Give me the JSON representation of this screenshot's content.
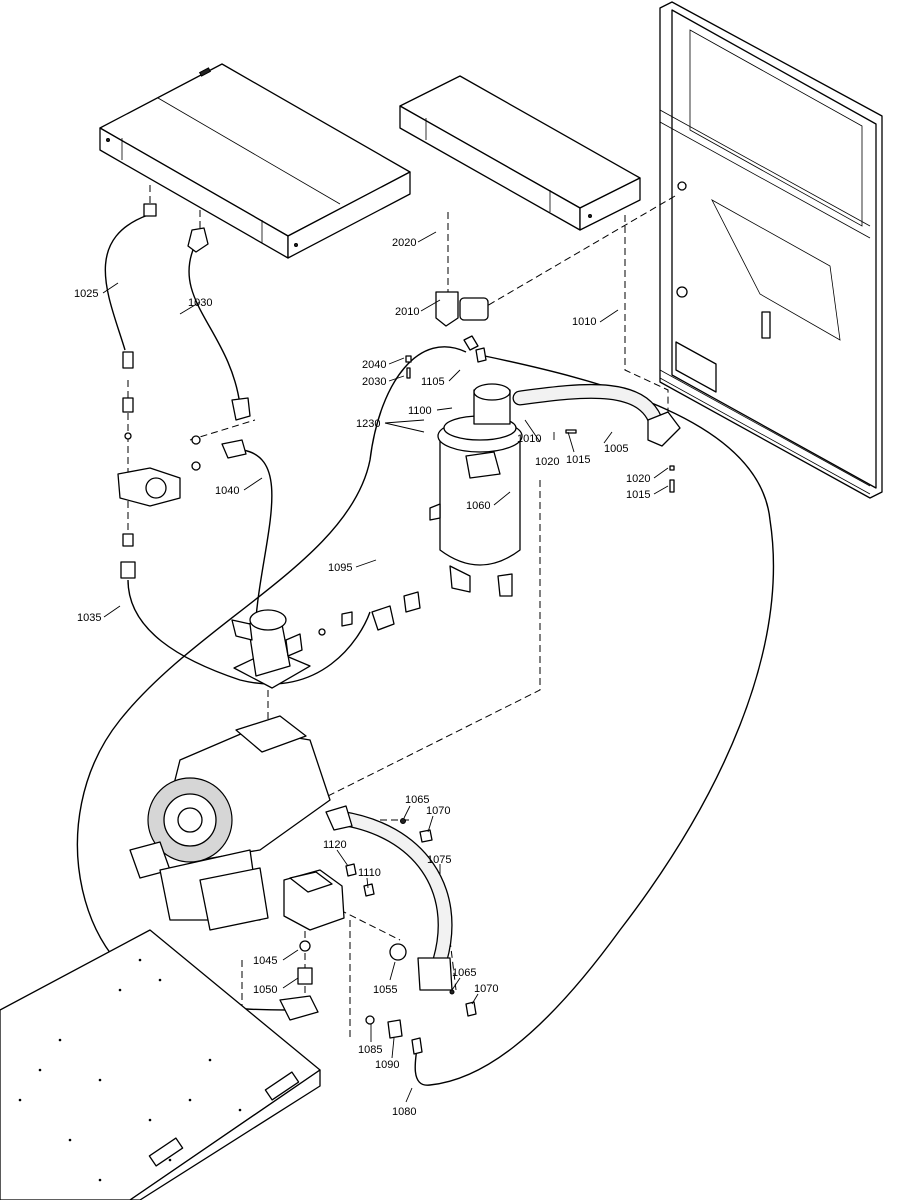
{
  "callouts": [
    {
      "id": "c-1025",
      "text": "1025"
    },
    {
      "id": "c-1030",
      "text": "1030"
    },
    {
      "id": "c-2020",
      "text": "2020"
    },
    {
      "id": "c-2010",
      "text": "2010"
    },
    {
      "id": "c-1010a",
      "text": "1010"
    },
    {
      "id": "c-2040",
      "text": "2040"
    },
    {
      "id": "c-2030",
      "text": "2030"
    },
    {
      "id": "c-1105",
      "text": "1105"
    },
    {
      "id": "c-1100",
      "text": "1100"
    },
    {
      "id": "c-1230",
      "text": "1230"
    },
    {
      "id": "c-1010b",
      "text": "1010"
    },
    {
      "id": "c-1020a",
      "text": "1020"
    },
    {
      "id": "c-1015a",
      "text": "1015"
    },
    {
      "id": "c-1005",
      "text": "1005"
    },
    {
      "id": "c-1020b",
      "text": "1020"
    },
    {
      "id": "c-1015b",
      "text": "1015"
    },
    {
      "id": "c-1040",
      "text": "1040"
    },
    {
      "id": "c-1060",
      "text": "1060"
    },
    {
      "id": "c-1095",
      "text": "1095"
    },
    {
      "id": "c-1035",
      "text": "1035"
    },
    {
      "id": "c-1065a",
      "text": "1065"
    },
    {
      "id": "c-1070a",
      "text": "1070"
    },
    {
      "id": "c-1120",
      "text": "1120"
    },
    {
      "id": "c-1075",
      "text": "1075"
    },
    {
      "id": "c-1110",
      "text": "1110"
    },
    {
      "id": "c-1045",
      "text": "1045"
    },
    {
      "id": "c-1050",
      "text": "1050"
    },
    {
      "id": "c-1055",
      "text": "1055"
    },
    {
      "id": "c-1065b",
      "text": "1065"
    },
    {
      "id": "c-1070b",
      "text": "1070"
    },
    {
      "id": "c-1085",
      "text": "1085"
    },
    {
      "id": "c-1090",
      "text": "1090"
    },
    {
      "id": "c-1080",
      "text": "1080"
    }
  ]
}
